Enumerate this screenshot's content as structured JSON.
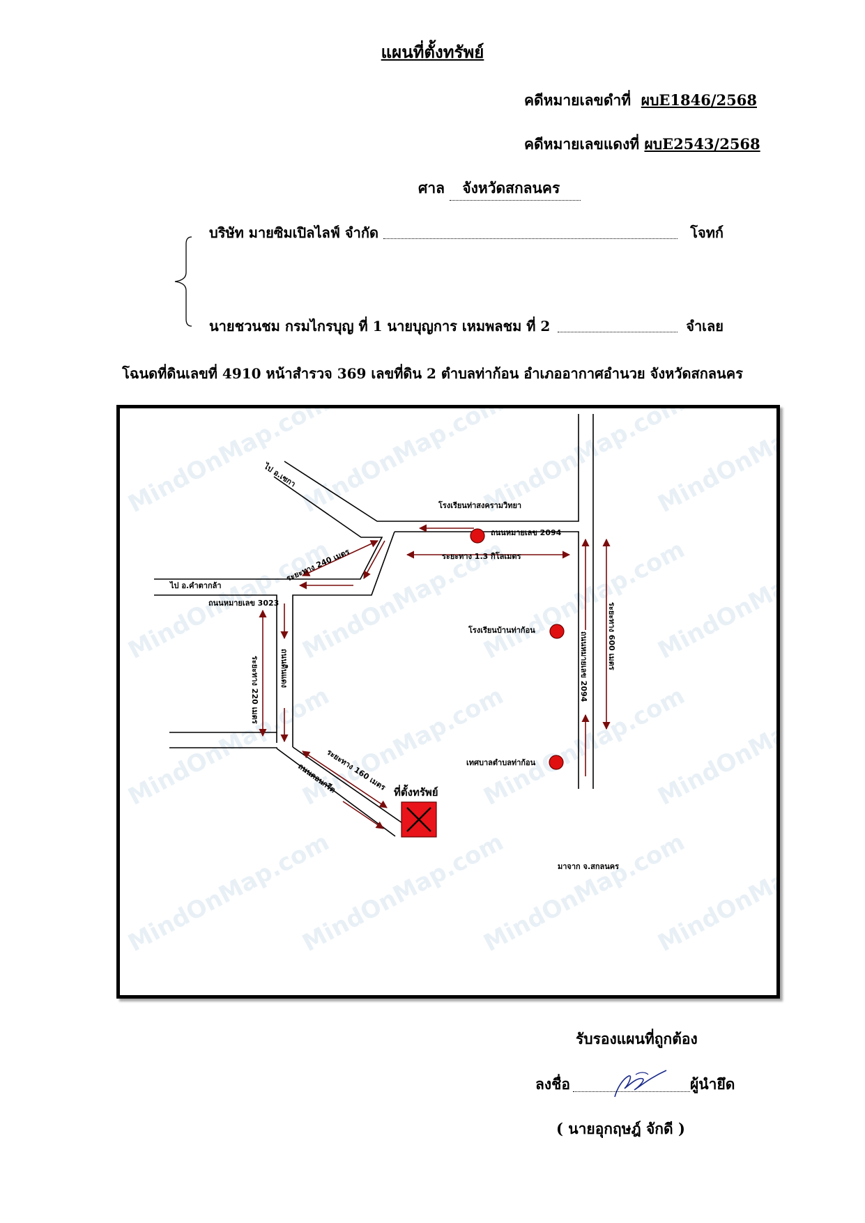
{
  "document": {
    "title": "แผนที่ตั้งทรัพย์",
    "case_black_label": "คดีหมายเลขดำที่",
    "case_black_no": "ผบE1846/2568",
    "case_red_label": "คดีหมายเลขแดงที่",
    "case_red_no": "ผบE2543/2568",
    "court_label": "ศาล",
    "court_name": "จังหวัดสกลนคร",
    "plaintiff_name": "บริษัท มายซิมเปิลไลฟ์ จำกัด",
    "plaintiff_role": "โจทก์",
    "defendant_name": "นายชวนชม กรมไกรบุญ ที่ 1 นายบุญการ เหมพลชม ที่ 2",
    "defendant_role": "จำเลย",
    "land_info": "โฉนดที่ดินเลขที่ 4910 หน้าสำรวจ 369  เลขที่ดิน 2  ตำบลท่าก้อน อำเภออากาศอำนวย จังหวัดสกลนคร",
    "certify": "รับรองแผนที่ถูกต้อง",
    "sign_label": "ลงชื่อ",
    "sign_role": "ผู้นำยึด",
    "sign_name": "(     นายอุกฤษฎ์ จักดี     )"
  },
  "map": {
    "labels": {
      "to_seka": "ไป อ.เซกา",
      "school_1": "โรงเรียนท่าสงครามวิทยา",
      "road_2094_top": "ถนนหมายเลข 2094",
      "dist_240": "ระยะทาง 240 เมตร",
      "dist_13km": "ระยะทาง   1.3   กิโลเมตร",
      "to_kham_ta_kla": "ไป อ.คำตากล้า",
      "road_3023": "ถนนหมายเลข   3023",
      "school_2": "โรงเรียนบ้านท่าก้อน",
      "dist_220": "ระยะทาง   220   เมตร",
      "road_dirt": "ถนนดินแดง",
      "road_2094_side": "ถนนหมายเลข 2094",
      "dist_600": "ระยะทาง   600   เมตร",
      "municipality": "เทศบาลตำบลท่าก้อน",
      "dist_160": "ระยะทาง   160   เมตร",
      "property": "ที่ตั้งทรัพย์",
      "road_concrete": "ถนนคอนกรีต",
      "from_sakon": "มาจาก จ.สกลนคร",
      "watermark": "MindOnMap.com"
    },
    "colors": {
      "arrow": "#7a0c0c",
      "marker": "#e01010",
      "property_fill": "#e8141a",
      "road": "#000000"
    }
  }
}
